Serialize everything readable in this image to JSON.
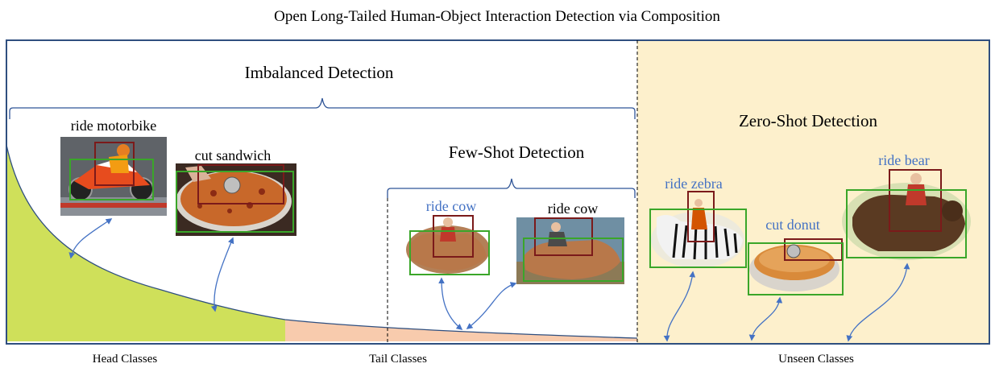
{
  "title": "Open Long-Tailed Human-Object Interaction Detection via Composition",
  "regions": {
    "imbalanced": "Imbalanced Detection",
    "few_shot": "Few-Shot Detection",
    "zero_shot": "Zero-Shot Detection"
  },
  "interactions": {
    "ride_motorbike": "ride motorbike",
    "cut_sandwich": "cut sandwich",
    "ride_cow_1": "ride cow",
    "ride_cow_2": "ride cow",
    "ride_zebra": "ride zebra",
    "cut_donut": "cut donut",
    "ride_bear": "ride bear"
  },
  "axis": {
    "head": "Head Classes",
    "tail": "Tail Classes",
    "unseen": "Unseen Classes"
  },
  "colors": {
    "frame": "#2f4f7f",
    "zero_shot_bg": "#fdf0cc",
    "head_fill": "#cfe05a",
    "tail_fill": "#f8cbad",
    "human_box": "#7b1a1a",
    "object_box": "#3aa629",
    "arrow": "#4472c4",
    "bracket": "#2f5597",
    "blue_label": "#4472c4"
  }
}
